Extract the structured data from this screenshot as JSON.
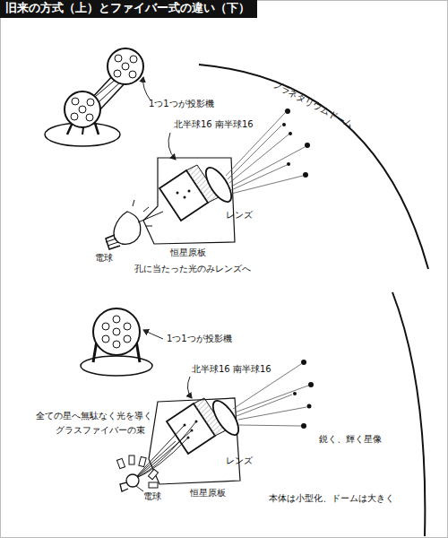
{
  "diagram": {
    "title": "旧来の方式（上）とファイバー式の違い（下）",
    "labels": [
      "プラネタリウムドーム",
      "1つ1つが投影機",
      "北半球16 南半球16",
      "レンズ",
      "恒星原板",
      "電球",
      "孔に当たった光のみレンズへ",
      "1つ1つが投影機",
      "北半球16 南半球16",
      "全ての星へ無駄なく光を導く",
      "グラスファイバーの束",
      "レンズ",
      "鋭く、輝く星像",
      "電球",
      "恒星原板",
      "本体は小型化、ドームは大きく"
    ]
  }
}
